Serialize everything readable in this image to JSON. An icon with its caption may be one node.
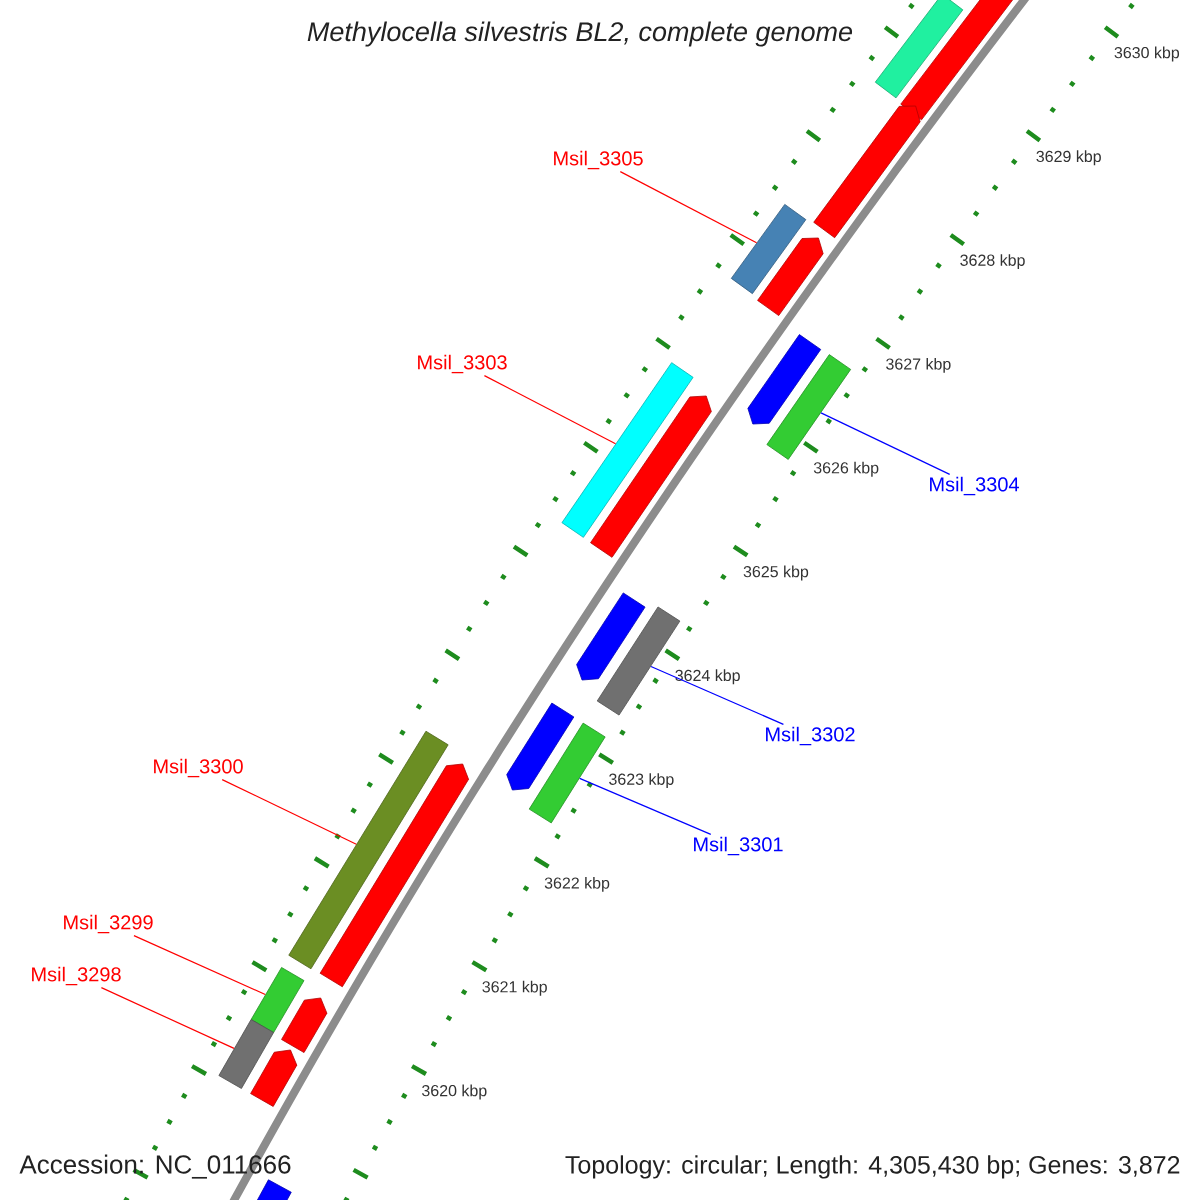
{
  "diagram": {
    "title": "Methylocella silvestris BL2, complete genome",
    "nodes": [
      {
        "text": [
          "Msil_3305"
        ]
      },
      {
        "text": [
          "Msil_3303"
        ]
      },
      {
        "text": [
          "Msil_3304"
        ]
      },
      {
        "text": [
          "Msil_3302"
        ]
      },
      {
        "text": [
          "Msil_3301"
        ]
      },
      {
        "text": [
          "Msil_3300"
        ]
      },
      {
        "text": [
          "Msil_3299"
        ]
      },
      {
        "text": [
          "Msil_3298"
        ]
      },
      {
        "text": [],
        "shape": "bar"
      },
      {
        "text": [],
        "shape": "pentagon"
      },
      {
        "text": [],
        "shape": "pentagon"
      },
      {
        "text": [],
        "shape": "bar"
      },
      {
        "text": [],
        "shape": "pentagon"
      },
      {
        "text": [],
        "shape": "pentagon"
      },
      {
        "text": [],
        "shape": "bar"
      },
      {
        "text": [],
        "shape": "bar"
      },
      {
        "text": [],
        "shape": "pentagon"
      },
      {
        "text": [],
        "shape": "pentagon"
      },
      {
        "text": [],
        "shape": "bar"
      },
      {
        "text": [],
        "shape": "pentagon"
      },
      {
        "text": [],
        "shape": "bar"
      },
      {
        "text": [],
        "shape": "bar"
      },
      {
        "text": [],
        "shape": "pentagon"
      },
      {
        "text": [],
        "shape": "bar"
      },
      {
        "text": [],
        "shape": "pentagon"
      },
      {
        "text": [],
        "shape": "bar"
      },
      {
        "text": [],
        "shape": "pentagon"
      },
      {
        "text": [],
        "shape": "pentagon"
      }
    ],
    "edges": [
      {
        "from": 0,
        "to": 11,
        "arrow": "none"
      },
      {
        "from": 1,
        "to": 15,
        "arrow": "none"
      },
      {
        "from": 2,
        "to": 14,
        "arrow": "none",
        "color": "#0000ff"
      },
      {
        "from": 3,
        "to": 18,
        "arrow": "none",
        "color": "#0000ff"
      },
      {
        "from": 4,
        "to": 20,
        "arrow": "none",
        "color": "#0000ff"
      },
      {
        "from": 5,
        "to": 21,
        "arrow": "none"
      },
      {
        "from": 6,
        "to": 23,
        "arrow": "none"
      },
      {
        "from": 7,
        "to": 25,
        "arrow": "none"
      }
    ],
    "labels": [
      "3630 kbp",
      "3629 kbp",
      "3628 kbp",
      "3627 kbp",
      "3626 kbp",
      "3625 kbp",
      "3624 kbp",
      "3623 kbp",
      "3622 kbp",
      "3621 kbp",
      "3620 kbp",
      "Accession: NC_011666",
      "Topology: circular; Length: 4,305,430 bp; Genes: 3,872"
    ]
  }
}
